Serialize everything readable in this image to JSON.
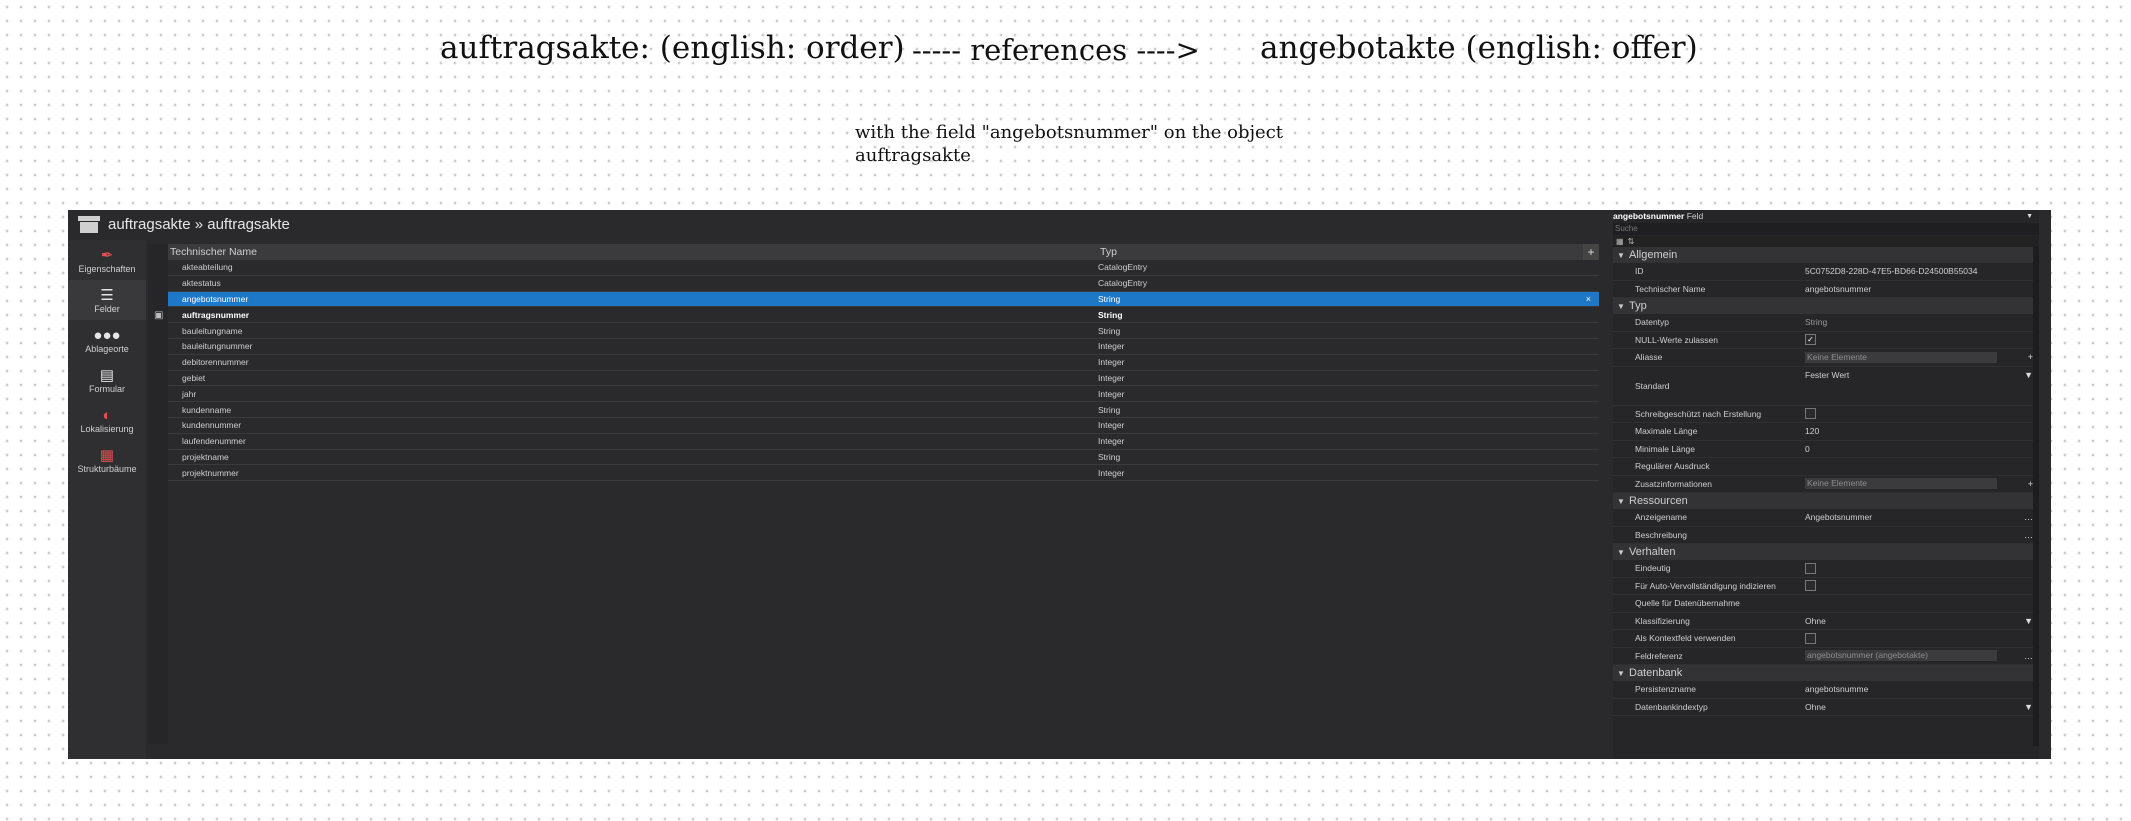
{
  "annotation": {
    "left": "auftragsakte: (english: order)",
    "middle": "----- references ---->",
    "right": "angebotakte (english: offer)",
    "sub": "with the field \"angebotsnummer\" on the object auftragsakte"
  },
  "app": {
    "title": "auftragsakte » auftragsakte",
    "nav": [
      {
        "label": "Eigenschaften",
        "icon": "feather-icon"
      },
      {
        "label": "Felder",
        "icon": "list-icon"
      },
      {
        "label": "Ablageorte",
        "icon": "locations-icon"
      },
      {
        "label": "Formular",
        "icon": "form-icon"
      },
      {
        "label": "Lokalisierung",
        "icon": "globe-icon"
      },
      {
        "label": "Strukturbäume",
        "icon": "tree-icon"
      }
    ],
    "grid": {
      "columns": [
        "Technischer Name",
        "Typ"
      ],
      "add_label": "+",
      "remove_label": "×",
      "rows": [
        {
          "name": "akteabteilung",
          "type": "CatalogEntry"
        },
        {
          "name": "aktestatus",
          "type": "CatalogEntry"
        },
        {
          "name": "angebotsnummer",
          "type": "String"
        },
        {
          "name": "auftragsnummer",
          "type": "String"
        },
        {
          "name": "bauleitungname",
          "type": "String"
        },
        {
          "name": "bauleitungnummer",
          "type": "Integer"
        },
        {
          "name": "debitorennummer",
          "type": "Integer"
        },
        {
          "name": "gebiet",
          "type": "Integer"
        },
        {
          "name": "jahr",
          "type": "Integer"
        },
        {
          "name": "kundenname",
          "type": "String"
        },
        {
          "name": "kundennummer",
          "type": "Integer"
        },
        {
          "name": "laufendenummer",
          "type": "Integer"
        },
        {
          "name": "projektname",
          "type": "String"
        },
        {
          "name": "projektnummer",
          "type": "Integer"
        }
      ]
    },
    "props": {
      "title_bold": "angebotsnummer",
      "title_rest": "Feld",
      "search_placeholder": "Suche",
      "sections": {
        "allgemein": "Allgemein",
        "typ": "Typ",
        "ressourcen": "Ressourcen",
        "verhalten": "Verhalten",
        "datenbank": "Datenbank"
      },
      "rows": {
        "id": {
          "label": "ID",
          "value": "5C0752D8-228D-47E5-BD66-D24500B55034"
        },
        "techname": {
          "label": "Technischer Name",
          "value": "angebotsnummer"
        },
        "datentyp": {
          "label": "Datentyp",
          "value": "String"
        },
        "nullwerte": {
          "label": "NULL-Werte zulassen",
          "checked": true
        },
        "aliasse": {
          "label": "Aliasse",
          "value": "Keine Elemente"
        },
        "standard": {
          "label": "Standard",
          "value": "Fester Wert"
        },
        "schreibgeschuetzt": {
          "label": "Schreibgeschützt nach Erstellung",
          "checked": false
        },
        "maxlaenge": {
          "label": "Maximale Länge",
          "value": "120"
        },
        "minlaenge": {
          "label": "Minimale Länge",
          "value": "0"
        },
        "regex": {
          "label": "Regulärer Ausdruck",
          "value": ""
        },
        "zusatz": {
          "label": "Zusatzinformationen",
          "value": "Keine Elemente"
        },
        "anzeigename": {
          "label": "Anzeigename",
          "value": "Angebotsnummer"
        },
        "beschreibung": {
          "label": "Beschreibung",
          "value": ""
        },
        "eindeutig": {
          "label": "Eindeutig",
          "checked": false
        },
        "autovervoll": {
          "label": "Für Auto-Vervollständigung indizieren",
          "checked": false
        },
        "quelle": {
          "label": "Quelle für Datenübernahme",
          "value": ""
        },
        "klassifizierung": {
          "label": "Klassifizierung",
          "value": "Ohne"
        },
        "kontextfeld": {
          "label": "Als Kontextfeld verwenden",
          "checked": false
        },
        "feldreferenz": {
          "label": "Feldreferenz",
          "value": "angebotsnummer (angebotakte)"
        },
        "persistenzname": {
          "label": "Persistenzname",
          "value": "angebotsnumme"
        },
        "indextyp": {
          "label": "Datenbankindextyp",
          "value": "Ohne"
        }
      }
    }
  }
}
